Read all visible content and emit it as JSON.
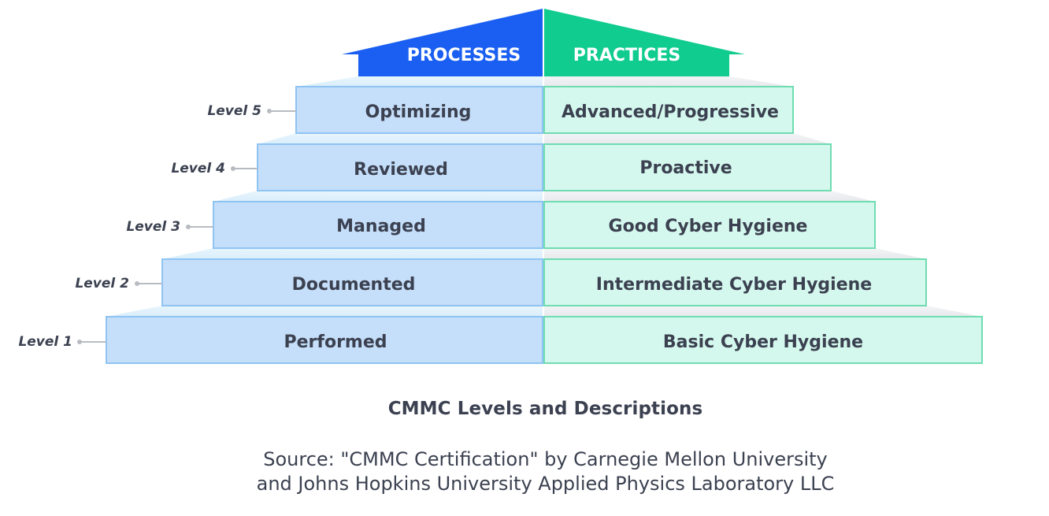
{
  "header": {
    "left_label": "PROCESSES",
    "right_label": "PRACTICES"
  },
  "levels": [
    {
      "level": "Level 5",
      "process": "Optimizing",
      "practice": "Advanced/Progressive"
    },
    {
      "level": "Level 4",
      "process": "Reviewed",
      "practice": "Proactive"
    },
    {
      "level": "Level 3",
      "process": "Managed",
      "practice": "Good Cyber Hygiene"
    },
    {
      "level": "Level 2",
      "process": "Documented",
      "practice": "Intermediate Cyber Hygiene"
    },
    {
      "level": "Level 1",
      "process": "Performed",
      "practice": "Basic Cyber Hygiene"
    }
  ],
  "caption": {
    "title": "CMMC Levels and Descriptions",
    "source_line1": "Source: \"CMMC Certification\" by Carnegie Mellon University",
    "source_line2": "and Johns Hopkins University Applied Physics Laboratory LLC"
  },
  "colors": {
    "processes_header": "#1a5ff2",
    "practices_header": "#10cc8e",
    "process_box": "#c5def9",
    "process_border": "#8fc4f2",
    "practice_box": "#d5f8ee",
    "practice_border": "#6fdcb1",
    "text": "#3b4150",
    "level_text": "#3b4150",
    "connector": "#b8bcc2"
  }
}
